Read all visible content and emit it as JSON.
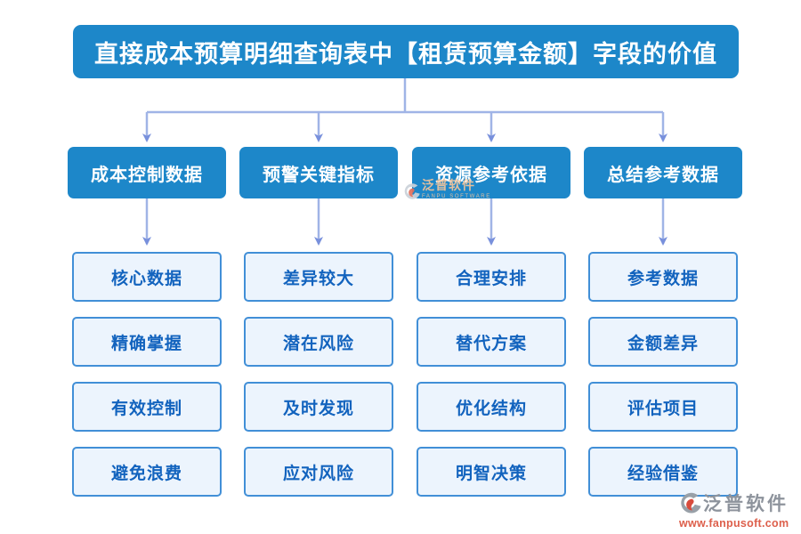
{
  "title": "直接成本预算明细查询表中【租赁预算金额】字段的价值",
  "columns": [
    {
      "header": "成本控制数据",
      "items": [
        "核心数据",
        "精确掌握",
        "有效控制",
        "避免浪费"
      ]
    },
    {
      "header": "预警关键指标",
      "items": [
        "差异较大",
        "潜在风险",
        "及时发现",
        "应对风险"
      ]
    },
    {
      "header": "资源参考依据",
      "items": [
        "合理安排",
        "替代方案",
        "优化结构",
        "明智决策"
      ]
    },
    {
      "header": "总结参考数据",
      "items": [
        "参考数据",
        "金额差异",
        "评估项目",
        "经验借鉴"
      ]
    }
  ],
  "watermark": {
    "name": "泛普软件",
    "subtitle": "FANPU SOFTWARE"
  },
  "branding": {
    "company": "泛普软件",
    "website": "www.fanpusoft.com"
  },
  "colors": {
    "node_blue": "#1d87c9",
    "leaf_background": "#ecf4fd",
    "leaf_border": "#418fd7",
    "leaf_text": "#1263be",
    "connector_line": "#a0b4e6",
    "arrowhead": "#7890dc",
    "brand_gray": "#8d939c",
    "brand_red": "#dd5f4b",
    "watermark_orange": "#f2c49c"
  }
}
